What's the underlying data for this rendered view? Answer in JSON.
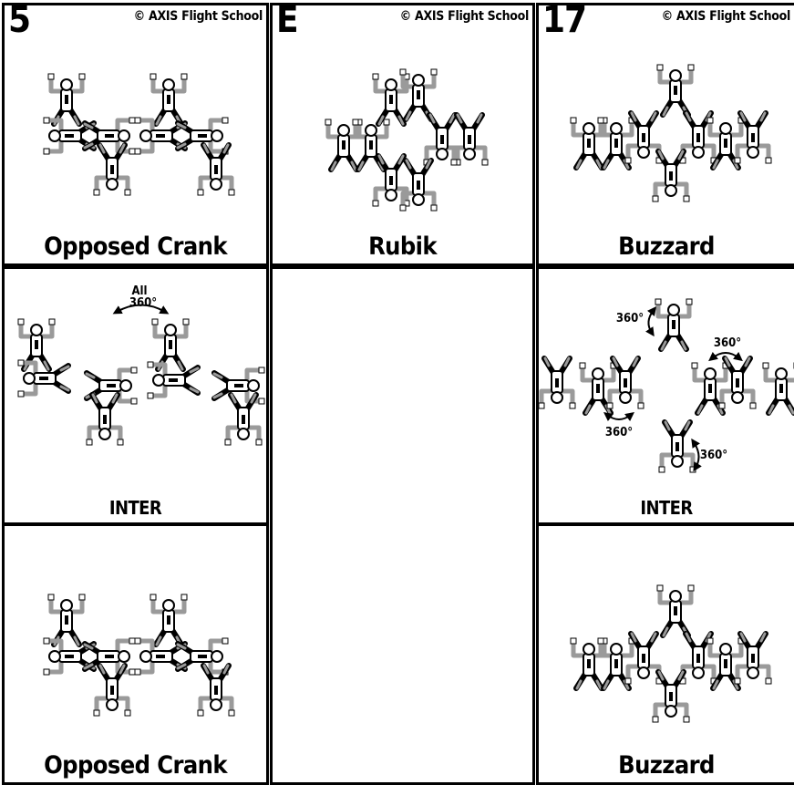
{
  "copyright": "© AXIS Flight School",
  "cells": {
    "c5": {
      "number": "5",
      "name": "Opposed Crank"
    },
    "cE": {
      "number": "E",
      "name": "Rubik"
    },
    "c17": {
      "number": "17",
      "name": "Buzzard"
    },
    "inter1": {
      "name": "INTER",
      "note_top": "All",
      "note_angle": "360°"
    },
    "inter2": {
      "name": "INTER",
      "angle": "360°"
    },
    "c5b": {
      "name": "Opposed Crank"
    },
    "c17b": {
      "name": "Buzzard"
    }
  },
  "colors": {
    "grip": "#9a9a9a",
    "line": "#000000"
  }
}
